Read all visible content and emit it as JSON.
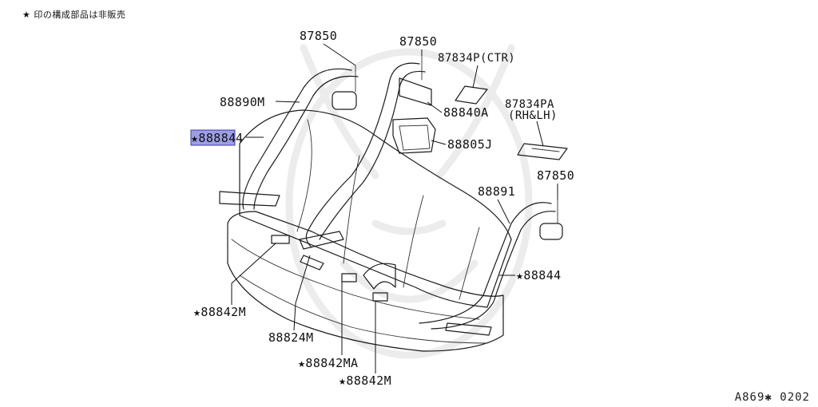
{
  "note": "★ 印の構成部品は非販売",
  "diagram_code": "A869✱ 0202",
  "highlighted_part": "★88884",
  "highlight_color": "#9e9ee6",
  "labels": {
    "l1": "87850",
    "l2": "87850",
    "l3": "87834P(CTR)",
    "l4a": "87834PA",
    "l4b": "(RH&LH)",
    "l5": "88890M",
    "l6": "4",
    "l7": "88840A",
    "l8": "88805J",
    "l9": "87850",
    "l10": "88891",
    "l11": "★88844",
    "l12": "★88842M",
    "l13": "88824M",
    "l14": "★88842MA",
    "l15": "★88842M"
  }
}
